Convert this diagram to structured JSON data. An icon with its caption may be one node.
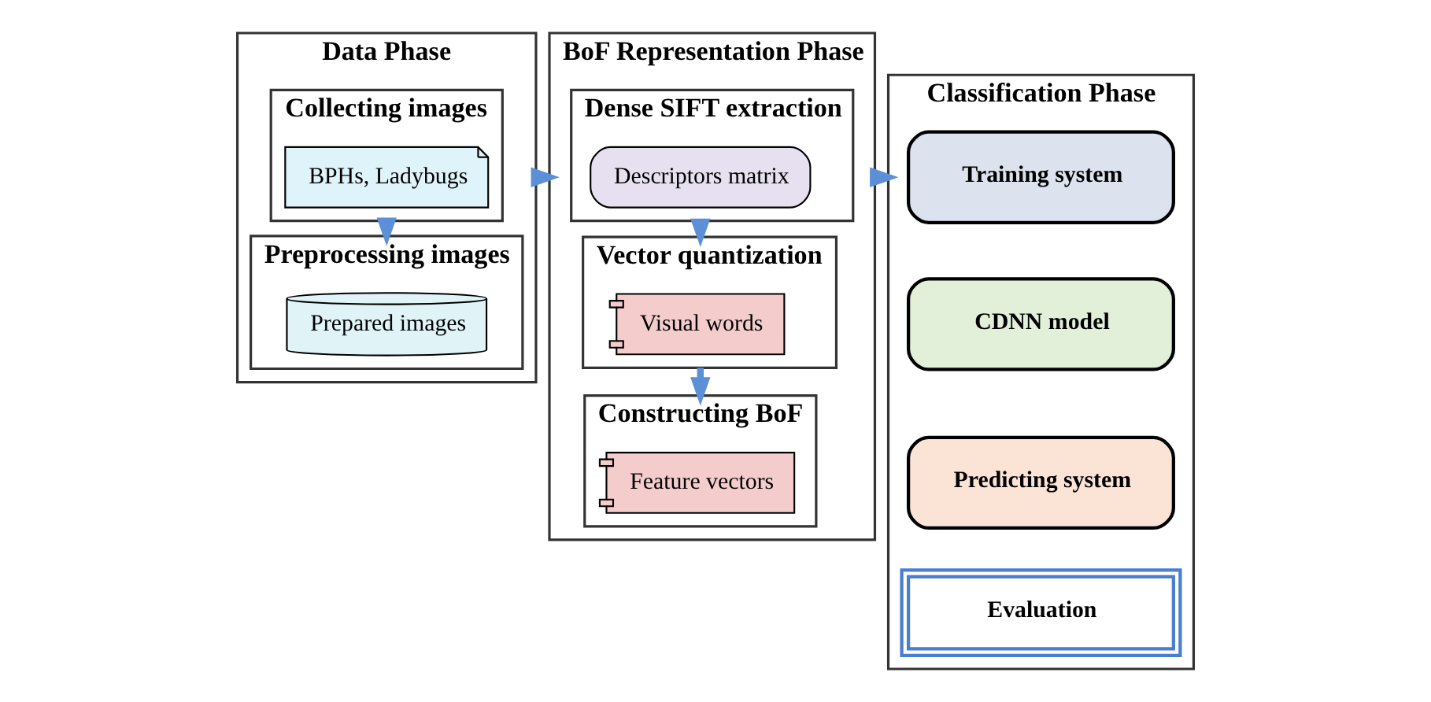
{
  "diagram": {
    "nodes": [
      {
        "text": [
          "Data Phase"
        ]
      },
      {
        "text": [
          "Collecting images"
        ],
        "in": 0
      },
      {
        "text": [
          "BPHs, Ladybugs"
        ],
        "in": 1
      },
      {
        "text": [
          "Preprocessing images"
        ],
        "in": 0
      },
      {
        "text": [
          "Prepared images"
        ],
        "in": 3
      },
      {
        "text": [
          "BoF Representation Phase"
        ]
      },
      {
        "text": [
          "Dense SIFT extraction"
        ],
        "in": 5
      },
      {
        "text": [
          "Descriptors matrix"
        ],
        "in": 6
      },
      {
        "text": [
          "Vector quantization"
        ],
        "in": 5
      },
      {
        "text": [
          "Visual words"
        ],
        "in": 8
      },
      {
        "text": [
          "Constructing BoF"
        ],
        "in": 5
      },
      {
        "text": [
          "Feature vectors"
        ],
        "in": 10
      },
      {
        "text": [
          "Classification Phase"
        ]
      },
      {
        "text": [
          "Training system"
        ],
        "in": 12
      },
      {
        "text": [
          "CDNN model"
        ],
        "in": 12
      },
      {
        "text": [
          "Predicting system"
        ],
        "in": 12
      },
      {
        "text": [
          "Evaluation"
        ],
        "in": 12
      }
    ],
    "edges": [
      {
        "from": 1,
        "to": 3,
        "arrow": "to"
      },
      {
        "from": 0,
        "to": 5,
        "arrow": "to"
      },
      {
        "from": 6,
        "to": 8,
        "arrow": "to"
      },
      {
        "from": 8,
        "to": 10,
        "arrow": "to"
      },
      {
        "from": 5,
        "to": 12,
        "arrow": "to"
      }
    ]
  }
}
